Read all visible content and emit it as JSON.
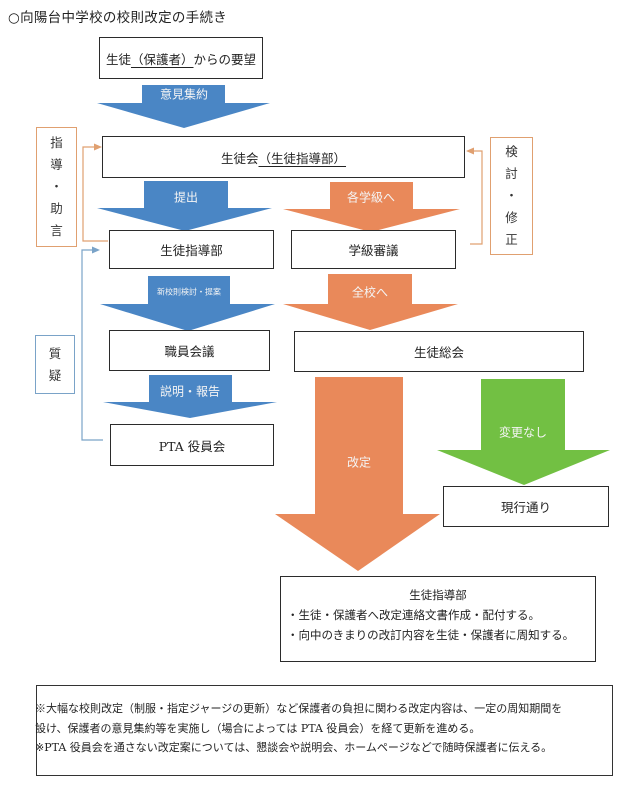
{
  "title": "○向陽台中学校の校則改定の手続き",
  "colors": {
    "blue_arrow": "#4a86c5",
    "orange_arrow": "#e9895a",
    "green_arrow": "#72c043",
    "orange_border": "#e0a070",
    "blue_border": "#7aa3c8"
  },
  "boxes": {
    "request": {
      "prefix": "生徒",
      "underlined": "（保護者）",
      "suffix": "からの要望"
    },
    "student_council": {
      "prefix": "生徒会",
      "underlined": "（生徒指導部）"
    },
    "student_guidance": "生徒指導部",
    "class_deliberation": "学級審議",
    "staff_meeting": "職員会議",
    "student_assembly": "生徒総会",
    "pta_board": "PTA 役員会",
    "no_change_result": "現行通り"
  },
  "side_labels": {
    "guidance_advice": [
      "指",
      "導",
      "・",
      "助",
      "言"
    ],
    "review_revise": [
      "検",
      "討",
      "・",
      "修",
      "正"
    ],
    "questions": [
      "質",
      "疑"
    ]
  },
  "arrows": {
    "collect_opinions": {
      "label": "意見集約",
      "color": "blue"
    },
    "submit": {
      "label": "提出",
      "color": "blue"
    },
    "to_each_class": {
      "label": "各学級へ",
      "color": "orange"
    },
    "new_rule_proposal": {
      "label": "新校則検討・提案",
      "color": "blue"
    },
    "to_whole_school": {
      "label": "全校へ",
      "color": "orange"
    },
    "explain_report": {
      "label": "説明・報告",
      "color": "blue"
    },
    "revision": {
      "label": "改定",
      "color": "orange"
    },
    "no_change": {
      "label": "変更なし",
      "color": "green"
    }
  },
  "result": {
    "header": "生徒指導部",
    "lines": [
      "・生徒・保護者へ改定連絡文書作成・配付する。",
      "・向中のきまりの改訂内容を生徒・保護者に周知する。"
    ]
  },
  "notes": [
    "※大幅な校則改定（制服・指定ジャージの更新）など保護者の負担に関わる改定内容は、一定の周知期間を",
    "設け、保護者の意見集約等を実施し（場合によっては PTA 役員会）を経て更新を進める。",
    "※PTA 役員会を通さない改定案については、懇談会や説明会、ホームページなどで随時保護者に伝える。"
  ]
}
